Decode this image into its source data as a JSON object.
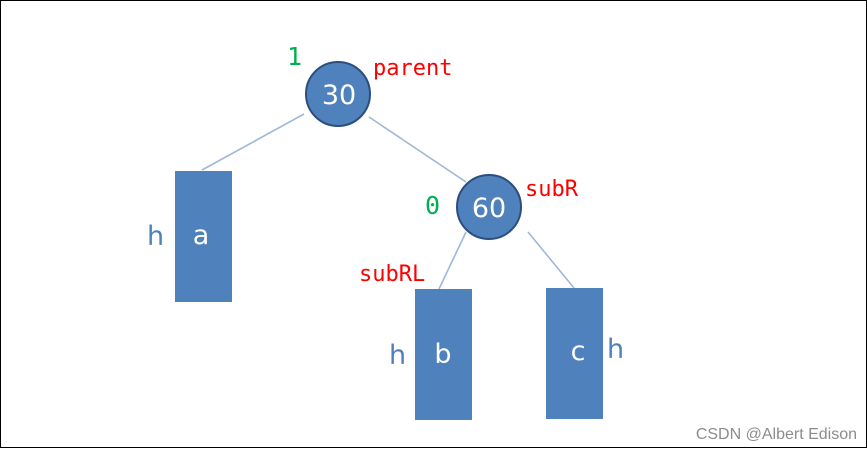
{
  "colors": {
    "node_fill": "#4F81BD",
    "node_stroke": "#2C4E7F",
    "edge": "#9DB8D9",
    "red_label": "#FF0000",
    "green_label": "#00B050",
    "h_label": "#4F81BD",
    "watermark": "#8C8C8C"
  },
  "nodes": {
    "n30": {
      "value": "30",
      "name_label": "parent",
      "balance": "1"
    },
    "n60": {
      "value": "60",
      "name_label": "subR",
      "balance": "0"
    }
  },
  "subtrees": {
    "a": {
      "label": "a",
      "height_label": "h"
    },
    "b": {
      "label": "b",
      "height_label": "h",
      "name_label": "subRL"
    },
    "c": {
      "label": "c",
      "height_label": "h"
    }
  },
  "watermark": "CSDN @Albert Edison"
}
